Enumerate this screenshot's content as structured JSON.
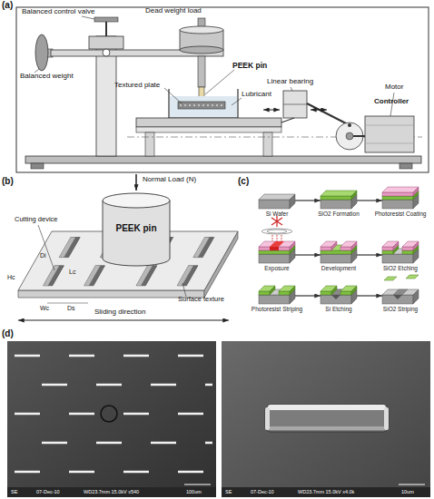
{
  "diagram": {
    "nodes": [
      {
        "text": [
          "PEEK pin"
        ]
      },
      {
        "text": [
          "Si Wafer"
        ]
      },
      {
        "text": [
          "SiO2 Formation"
        ]
      },
      {
        "text": [
          "Photoresist Coating"
        ]
      },
      {
        "text": [
          "Exposure"
        ]
      },
      {
        "text": [
          "Development"
        ]
      },
      {
        "text": [
          "SiO2 Etching"
        ]
      },
      {
        "text": [
          "Photoresist Striping"
        ]
      },
      {
        "text": [
          "Si Etching"
        ]
      },
      {
        "text": [
          "SiO2 Striping"
        ]
      }
    ],
    "edges": [
      {
        "from": 1,
        "to": 2,
        "arrow": "to"
      },
      {
        "from": 2,
        "to": 3,
        "arrow": "to"
      },
      {
        "from": 4,
        "to": 5,
        "arrow": "to"
      },
      {
        "from": 5,
        "to": 6,
        "arrow": "to"
      },
      {
        "from": 7,
        "to": 8,
        "arrow": "to"
      },
      {
        "from": 8,
        "to": 9,
        "arrow": "to"
      }
    ],
    "labels": [
      "(a)",
      "Balanced control valve",
      "Dead weight load",
      "Balanced weight",
      "PEEK pin",
      "Textured plate",
      "Lubricant",
      "Linear bearing",
      "Motor",
      "Controller",
      "(b)",
      "Normal Load (N)",
      "Cutting device",
      "Di",
      "Lc",
      "Hc",
      "Wc",
      "Ds",
      "Surface texture",
      "Sliding direction",
      "(c)",
      "(d)",
      "SE",
      "07-Dec-10",
      "WD23.7mm 15.0kV x540",
      "100um",
      "SE",
      "07-Dec-10",
      "WD23.7mm 15.0kV x4.0k",
      "10um"
    ]
  }
}
